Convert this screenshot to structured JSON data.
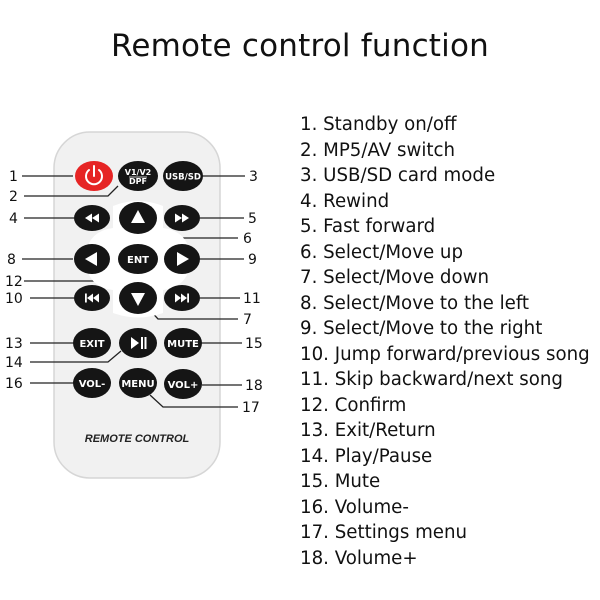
{
  "title": "Remote control function",
  "remote": {
    "brand_text": "REMOTE CONTROL",
    "colors": {
      "body": "#f1f1f1",
      "body_edge": "#d6d6d6",
      "button": "#151515",
      "power": "#e62424",
      "arrow_pad": "#ffffff"
    },
    "buttons": {
      "power": {
        "icon": "power-icon"
      },
      "mode": {
        "line1": "V1/V2",
        "line2": "DPF"
      },
      "usbsd": {
        "label": "USB/SD"
      },
      "rewind": {
        "icon": "rewind-icon"
      },
      "fast_forward": {
        "icon": "fast-forward-icon"
      },
      "up": {
        "icon": "arrow-up-icon"
      },
      "down": {
        "icon": "arrow-down-icon"
      },
      "left": {
        "icon": "arrow-left-icon"
      },
      "right": {
        "icon": "arrow-right-icon"
      },
      "ent": {
        "label": "ENT"
      },
      "prev": {
        "icon": "skip-previous-icon"
      },
      "next": {
        "icon": "skip-next-icon"
      },
      "exit": {
        "label": "EXIT"
      },
      "play": {
        "icon": "play-pause-icon"
      },
      "mute": {
        "label": "MUTE"
      },
      "vol_minus": {
        "label": "VOL-"
      },
      "menu": {
        "label": "MENU"
      },
      "vol_plus": {
        "label": "VOL+"
      }
    }
  },
  "callouts": [
    "1",
    "2",
    "3",
    "4",
    "5",
    "6",
    "7",
    "8",
    "9",
    "10",
    "11",
    "12",
    "13",
    "14",
    "15",
    "16",
    "17",
    "18"
  ],
  "legend": [
    "1. Standby on/off",
    "2. MP5/AV switch",
    "3. USB/SD card mode",
    "4. Rewind",
    "5. Fast forward",
    "6. Select/Move up",
    "7. Select/Move down",
    "8. Select/Move to the left",
    "9. Select/Move to the right",
    "10. Jump forward/previous song",
    "11. Skip backward/next song",
    "12. Confirm",
    "13. Exit/Return",
    "14. Play/Pause",
    "15. Mute",
    "16. Volume-",
    "17. Settings menu",
    "18. Volume+"
  ]
}
